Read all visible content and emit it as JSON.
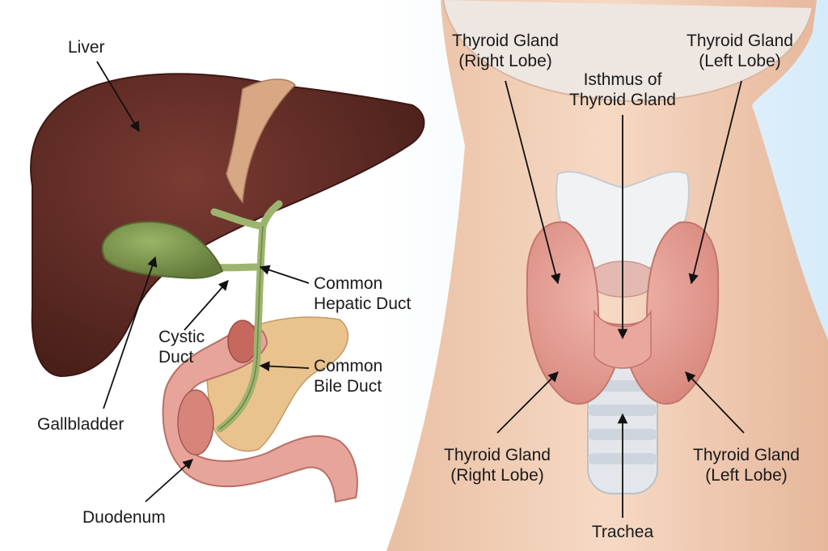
{
  "colors": {
    "liver": "#5e2a24",
    "gallbladder": "#7f9a50",
    "ducts": "#9db46e",
    "thyroid": "#e7a29a",
    "trachea": "#dfe4ea",
    "skin": "#f0cdb3",
    "background_right": "#dbeefa",
    "pancreas": "#e8c08a",
    "duodenum": "#e7a49b"
  },
  "labels": {
    "liver": "Liver",
    "gallbladder": "Gallbladder",
    "cystic_duct": "Cystic\nDuct",
    "duodenum": "Duodenum",
    "common_hepatic_duct": "Common\nHepatic Duct",
    "common_bile_duct": "Common\nBile Duct",
    "thyroid_right_top": "Thyroid Gland\n(Right Lobe)",
    "thyroid_left_top": "Thyroid Gland\n(Left Lobe)",
    "isthmus": "Isthmus of\nThyroid Gland",
    "thyroid_right_bottom": "Thyroid Gland\n(Right Lobe)",
    "thyroid_left_bottom": "Thyroid Gland\n(Left Lobe)",
    "trachea": "Trachea"
  }
}
